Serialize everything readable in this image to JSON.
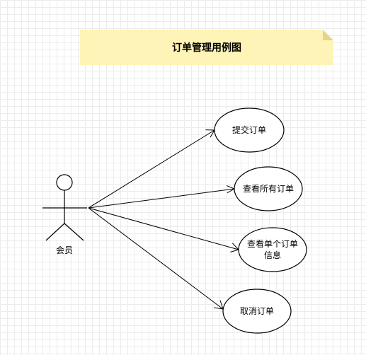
{
  "diagram": {
    "title": "订单管理用例图",
    "actor": {
      "name": "会员",
      "icon": "stick-figure-icon"
    },
    "use_cases": [
      {
        "id": "submit",
        "label": "提交订单"
      },
      {
        "id": "view-all",
        "label": "查看所有订单"
      },
      {
        "id": "view-single",
        "label": "查看单个订单信息"
      },
      {
        "id": "cancel",
        "label": "取消订单"
      }
    ],
    "associations": [
      {
        "from": "actor",
        "to": "submit",
        "arrow": "open"
      },
      {
        "from": "actor",
        "to": "view-all",
        "arrow": "open"
      },
      {
        "from": "actor",
        "to": "view-single",
        "arrow": "open"
      },
      {
        "from": "actor",
        "to": "cancel",
        "arrow": "open"
      }
    ],
    "colors": {
      "note_fill": "#fff4b8",
      "note_fold": "#e2d58c",
      "stroke": "#000000",
      "grid": "#ececec"
    }
  }
}
